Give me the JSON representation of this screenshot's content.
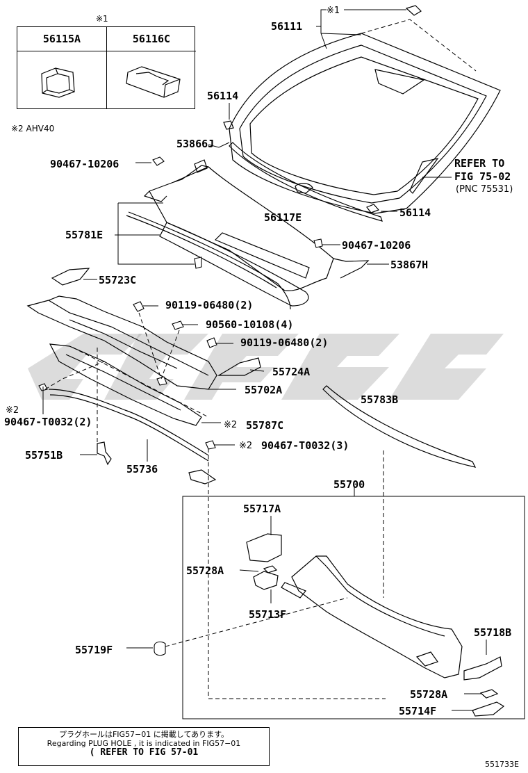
{
  "legend": {
    "mark": "※1",
    "parts": [
      "56115A",
      "56116C"
    ]
  },
  "note_ahv": "※2 AHV40",
  "labels": {
    "p56111": "56111",
    "p56111_mark": "※1",
    "p56114_top": "56114",
    "p53866J": "53866J",
    "p90467_10206_a": "90467-10206",
    "refer_line1": "REFER TO",
    "refer_line2": "FIG 75-02",
    "refer_line3": "(PNC 75531)",
    "p56117E": "56117E",
    "p56114_bot": "56114",
    "p55781E": "55781E",
    "p90467_10206_b": "90467-10206",
    "p53867H": "53867H",
    "p55723C": "55723C",
    "p90119_06480_a": "90119-06480(2)",
    "p90560_10108": "90560-10108(4)",
    "p90119_06480_b": "90119-06480(2)",
    "p55724A": "55724A",
    "p55702A": "55702A",
    "p55783B": "55783B",
    "mark2_left": "※2",
    "p90467_T0032_a": "90467-T0032(2)",
    "mark2_787": "※2",
    "p55787C": "55787C",
    "mark2_T0032": "※2",
    "p90467_T0032_b": "90467-T0032(3)",
    "p55751B": "55751B",
    "p55736": "55736",
    "p55700": "55700",
    "p55717A": "55717A",
    "p55728A_a": "55728A",
    "p55713F": "55713F",
    "p55718B": "55718B",
    "p55719F": "55719F",
    "p55728A_b": "55728A",
    "p55714F": "55714F"
  },
  "note": {
    "line1": "プラグホールはFIG57−01 に掲載してあります。",
    "line2": "Regarding PLUG HOLE , it is indicated in FIG57−01",
    "line3": "( REFER TO FIG 57-01"
  },
  "figure_id": "551733E"
}
